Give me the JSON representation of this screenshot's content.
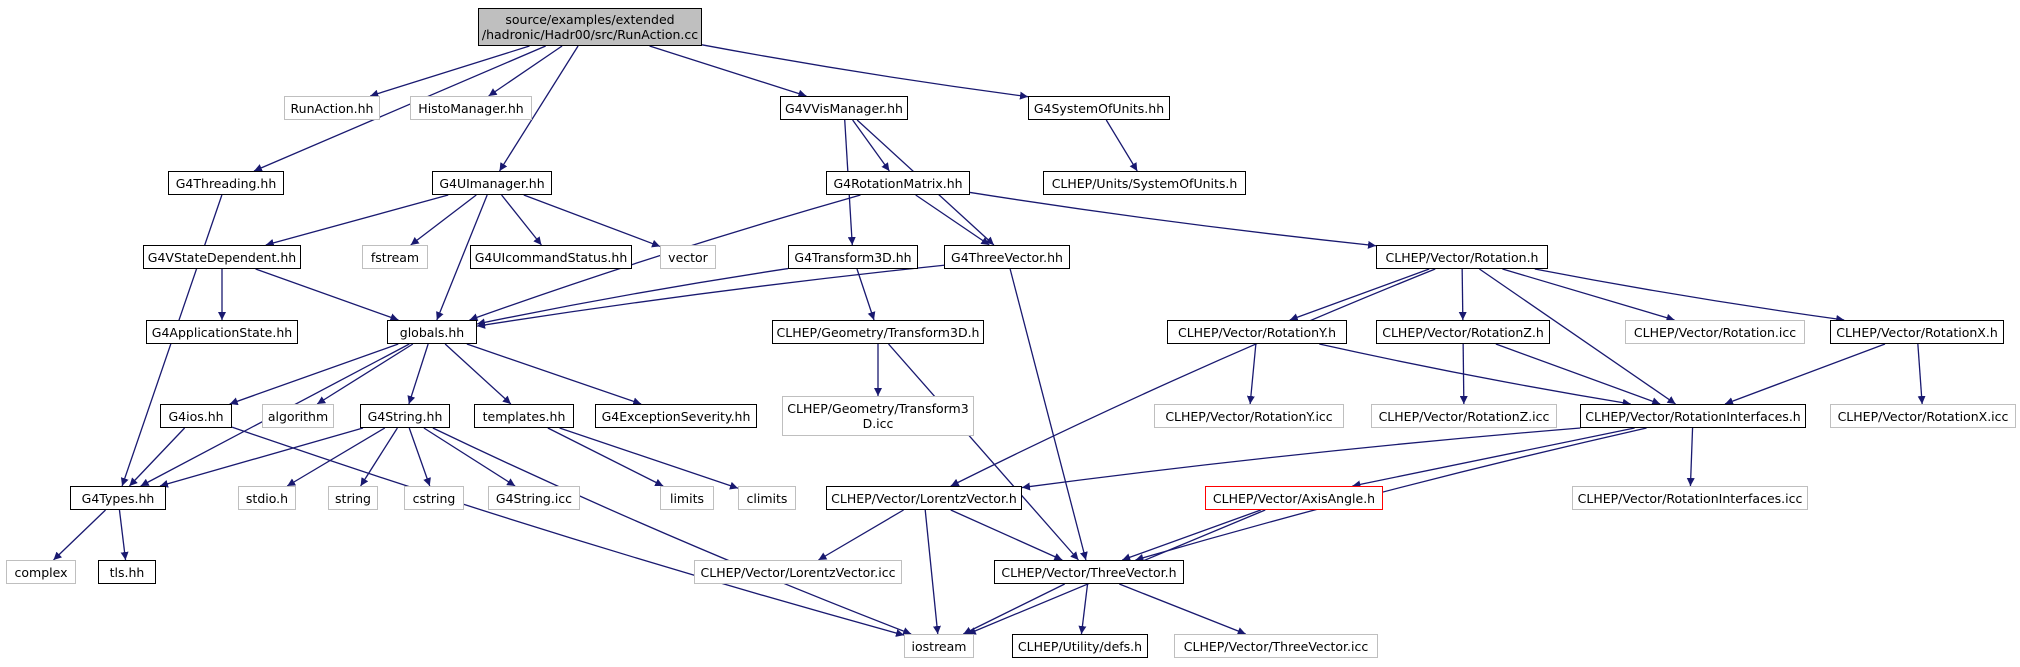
{
  "graph": {
    "edge_color": "#191970",
    "nodes": [
      {
        "id": "root",
        "label": "source/examples/extended\n/hadronic/Hadr00/src/RunAction.cc",
        "style": "root"
      },
      {
        "id": "runaction_hh",
        "label": "RunAction.hh",
        "style": "grey"
      },
      {
        "id": "histomanager_hh",
        "label": "HistoManager.hh",
        "style": "grey"
      },
      {
        "id": "g4vvismanager_hh",
        "label": "G4VVisManager.hh",
        "style": "black"
      },
      {
        "id": "g4systemofunits_hh",
        "label": "G4SystemOfUnits.hh",
        "style": "black"
      },
      {
        "id": "g4threading_hh",
        "label": "G4Threading.hh",
        "style": "black"
      },
      {
        "id": "g4uimanager_hh",
        "label": "G4UImanager.hh",
        "style": "black"
      },
      {
        "id": "g4rotationmatrix_hh",
        "label": "G4RotationMatrix.hh",
        "style": "black"
      },
      {
        "id": "clhep_units_systemofunits_h",
        "label": "CLHEP/Units/SystemOfUnits.h",
        "style": "black"
      },
      {
        "id": "g4vstatedependent_hh",
        "label": "G4VStateDependent.hh",
        "style": "black"
      },
      {
        "id": "fstream",
        "label": "fstream",
        "style": "grey"
      },
      {
        "id": "g4uicommandstatus_hh",
        "label": "G4UIcommandStatus.hh",
        "style": "black"
      },
      {
        "id": "vector",
        "label": "vector",
        "style": "grey"
      },
      {
        "id": "g4transform3d_hh",
        "label": "G4Transform3D.hh",
        "style": "black"
      },
      {
        "id": "g4threevector_hh",
        "label": "G4ThreeVector.hh",
        "style": "black"
      },
      {
        "id": "clhep_vector_rotation_h",
        "label": "CLHEP/Vector/Rotation.h",
        "style": "black"
      },
      {
        "id": "g4applicationstate_hh",
        "label": "G4ApplicationState.hh",
        "style": "black"
      },
      {
        "id": "globals_hh",
        "label": "globals.hh",
        "style": "black"
      },
      {
        "id": "clhep_geometry_transform3d_h",
        "label": "CLHEP/Geometry/Transform3D.h",
        "style": "black"
      },
      {
        "id": "clhep_vector_rotationy_h",
        "label": "CLHEP/Vector/RotationY.h",
        "style": "black"
      },
      {
        "id": "clhep_vector_rotationz_h",
        "label": "CLHEP/Vector/RotationZ.h",
        "style": "black"
      },
      {
        "id": "clhep_vector_rotation_icc",
        "label": "CLHEP/Vector/Rotation.icc",
        "style": "grey"
      },
      {
        "id": "clhep_vector_rotationx_h",
        "label": "CLHEP/Vector/RotationX.h",
        "style": "black"
      },
      {
        "id": "g4ios_hh",
        "label": "G4ios.hh",
        "style": "black"
      },
      {
        "id": "algorithm",
        "label": "algorithm",
        "style": "grey"
      },
      {
        "id": "g4string_hh",
        "label": "G4String.hh",
        "style": "black"
      },
      {
        "id": "templates_hh",
        "label": "templates.hh",
        "style": "black"
      },
      {
        "id": "g4exceptionseverity_hh",
        "label": "G4ExceptionSeverity.hh",
        "style": "black"
      },
      {
        "id": "clhep_geometry_transform3d_icc",
        "label": "CLHEP/Geometry/Transform3\nD.icc",
        "style": "grey"
      },
      {
        "id": "clhep_vector_rotationy_icc",
        "label": "CLHEP/Vector/RotationY.icc",
        "style": "grey"
      },
      {
        "id": "clhep_vector_rotationz_icc",
        "label": "CLHEP/Vector/RotationZ.icc",
        "style": "grey"
      },
      {
        "id": "clhep_vector_rotationinterfaces_h",
        "label": "CLHEP/Vector/RotationInterfaces.h",
        "style": "black"
      },
      {
        "id": "clhep_vector_rotationx_icc",
        "label": "CLHEP/Vector/RotationX.icc",
        "style": "grey"
      },
      {
        "id": "g4types_hh",
        "label": "G4Types.hh",
        "style": "black"
      },
      {
        "id": "stdio_h",
        "label": "stdio.h",
        "style": "grey"
      },
      {
        "id": "string",
        "label": "string",
        "style": "grey"
      },
      {
        "id": "cstring",
        "label": "cstring",
        "style": "grey"
      },
      {
        "id": "g4string_icc",
        "label": "G4String.icc",
        "style": "grey"
      },
      {
        "id": "limits",
        "label": "limits",
        "style": "grey"
      },
      {
        "id": "climits",
        "label": "climits",
        "style": "grey"
      },
      {
        "id": "clhep_vector_lorentzvector_h",
        "label": "CLHEP/Vector/LorentzVector.h",
        "style": "black"
      },
      {
        "id": "clhep_vector_axisangle_h",
        "label": "CLHEP/Vector/AxisAngle.h",
        "style": "red"
      },
      {
        "id": "clhep_vector_rotationinterfaces_icc",
        "label": "CLHEP/Vector/RotationInterfaces.icc",
        "style": "grey"
      },
      {
        "id": "complex",
        "label": "complex",
        "style": "grey"
      },
      {
        "id": "tls_hh",
        "label": "tls.hh",
        "style": "black"
      },
      {
        "id": "clhep_vector_lorentzvector_icc",
        "label": "CLHEP/Vector/LorentzVector.icc",
        "style": "grey"
      },
      {
        "id": "clhep_vector_threevector_h",
        "label": "CLHEP/Vector/ThreeVector.h",
        "style": "black"
      },
      {
        "id": "iostream",
        "label": "iostream",
        "style": "grey"
      },
      {
        "id": "clhep_utility_defs_h",
        "label": "CLHEP/Utility/defs.h",
        "style": "black"
      },
      {
        "id": "clhep_vector_threevector_icc",
        "label": "CLHEP/Vector/ThreeVector.icc",
        "style": "grey"
      }
    ],
    "edges": [
      [
        "root",
        "runaction_hh"
      ],
      [
        "root",
        "histomanager_hh"
      ],
      [
        "root",
        "g4vvismanager_hh"
      ],
      [
        "root",
        "g4systemofunits_hh"
      ],
      [
        "root",
        "g4threading_hh"
      ],
      [
        "root",
        "g4uimanager_hh"
      ],
      [
        "g4vvismanager_hh",
        "g4rotationmatrix_hh"
      ],
      [
        "g4vvismanager_hh",
        "g4transform3d_hh"
      ],
      [
        "g4vvismanager_hh",
        "g4threevector_hh"
      ],
      [
        "g4systemofunits_hh",
        "clhep_units_systemofunits_h"
      ],
      [
        "g4threading_hh",
        "g4types_hh"
      ],
      [
        "g4uimanager_hh",
        "g4vstatedependent_hh"
      ],
      [
        "g4uimanager_hh",
        "fstream"
      ],
      [
        "g4uimanager_hh",
        "g4uicommandstatus_hh"
      ],
      [
        "g4uimanager_hh",
        "vector"
      ],
      [
        "g4uimanager_hh",
        "globals_hh"
      ],
      [
        "g4rotationmatrix_hh",
        "g4threevector_hh"
      ],
      [
        "g4rotationmatrix_hh",
        "clhep_vector_rotation_h"
      ],
      [
        "g4rotationmatrix_hh",
        "globals_hh"
      ],
      [
        "g4vstatedependent_hh",
        "g4applicationstate_hh"
      ],
      [
        "g4vstatedependent_hh",
        "globals_hh"
      ],
      [
        "g4transform3d_hh",
        "globals_hh"
      ],
      [
        "g4transform3d_hh",
        "clhep_geometry_transform3d_h"
      ],
      [
        "g4threevector_hh",
        "globals_hh"
      ],
      [
        "g4threevector_hh",
        "clhep_vector_threevector_h"
      ],
      [
        "clhep_vector_rotation_h",
        "clhep_vector_rotationy_h"
      ],
      [
        "clhep_vector_rotation_h",
        "clhep_vector_rotationz_h"
      ],
      [
        "clhep_vector_rotation_h",
        "clhep_vector_rotation_icc"
      ],
      [
        "clhep_vector_rotation_h",
        "clhep_vector_rotationx_h"
      ],
      [
        "clhep_vector_rotation_h",
        "clhep_vector_rotationinterfaces_h"
      ],
      [
        "clhep_vector_rotation_h",
        "clhep_vector_lorentzvector_h"
      ],
      [
        "globals_hh",
        "g4ios_hh"
      ],
      [
        "globals_hh",
        "algorithm"
      ],
      [
        "globals_hh",
        "g4string_hh"
      ],
      [
        "globals_hh",
        "templates_hh"
      ],
      [
        "globals_hh",
        "g4exceptionseverity_hh"
      ],
      [
        "globals_hh",
        "g4types_hh"
      ],
      [
        "clhep_geometry_transform3d_h",
        "clhep_geometry_transform3d_icc"
      ],
      [
        "clhep_geometry_transform3d_h",
        "clhep_vector_threevector_h"
      ],
      [
        "clhep_vector_rotationy_h",
        "clhep_vector_rotationy_icc"
      ],
      [
        "clhep_vector_rotationy_h",
        "clhep_vector_rotationinterfaces_h"
      ],
      [
        "clhep_vector_rotationz_h",
        "clhep_vector_rotationz_icc"
      ],
      [
        "clhep_vector_rotationz_h",
        "clhep_vector_rotationinterfaces_h"
      ],
      [
        "clhep_vector_rotationx_h",
        "clhep_vector_rotationx_icc"
      ],
      [
        "clhep_vector_rotationx_h",
        "clhep_vector_rotationinterfaces_h"
      ],
      [
        "g4ios_hh",
        "g4types_hh"
      ],
      [
        "g4ios_hh",
        "iostream"
      ],
      [
        "g4string_hh",
        "g4types_hh"
      ],
      [
        "g4string_hh",
        "stdio_h"
      ],
      [
        "g4string_hh",
        "string"
      ],
      [
        "g4string_hh",
        "cstring"
      ],
      [
        "g4string_hh",
        "g4string_icc"
      ],
      [
        "g4string_hh",
        "iostream"
      ],
      [
        "templates_hh",
        "limits"
      ],
      [
        "templates_hh",
        "climits"
      ],
      [
        "clhep_vector_rotationinterfaces_h",
        "clhep_vector_lorentzvector_h"
      ],
      [
        "clhep_vector_rotationinterfaces_h",
        "clhep_vector_axisangle_h"
      ],
      [
        "clhep_vector_rotationinterfaces_h",
        "clhep_vector_rotationinterfaces_icc"
      ],
      [
        "clhep_vector_rotationinterfaces_h",
        "clhep_vector_threevector_h"
      ],
      [
        "g4types_hh",
        "complex"
      ],
      [
        "g4types_hh",
        "tls_hh"
      ],
      [
        "clhep_vector_lorentzvector_h",
        "clhep_vector_lorentzvector_icc"
      ],
      [
        "clhep_vector_lorentzvector_h",
        "clhep_vector_threevector_h"
      ],
      [
        "clhep_vector_lorentzvector_h",
        "iostream"
      ],
      [
        "clhep_vector_axisangle_h",
        "clhep_vector_threevector_h"
      ],
      [
        "clhep_vector_axisangle_h",
        "iostream"
      ],
      [
        "clhep_vector_threevector_h",
        "iostream"
      ],
      [
        "clhep_vector_threevector_h",
        "clhep_utility_defs_h"
      ],
      [
        "clhep_vector_threevector_h",
        "clhep_vector_threevector_icc"
      ]
    ]
  }
}
